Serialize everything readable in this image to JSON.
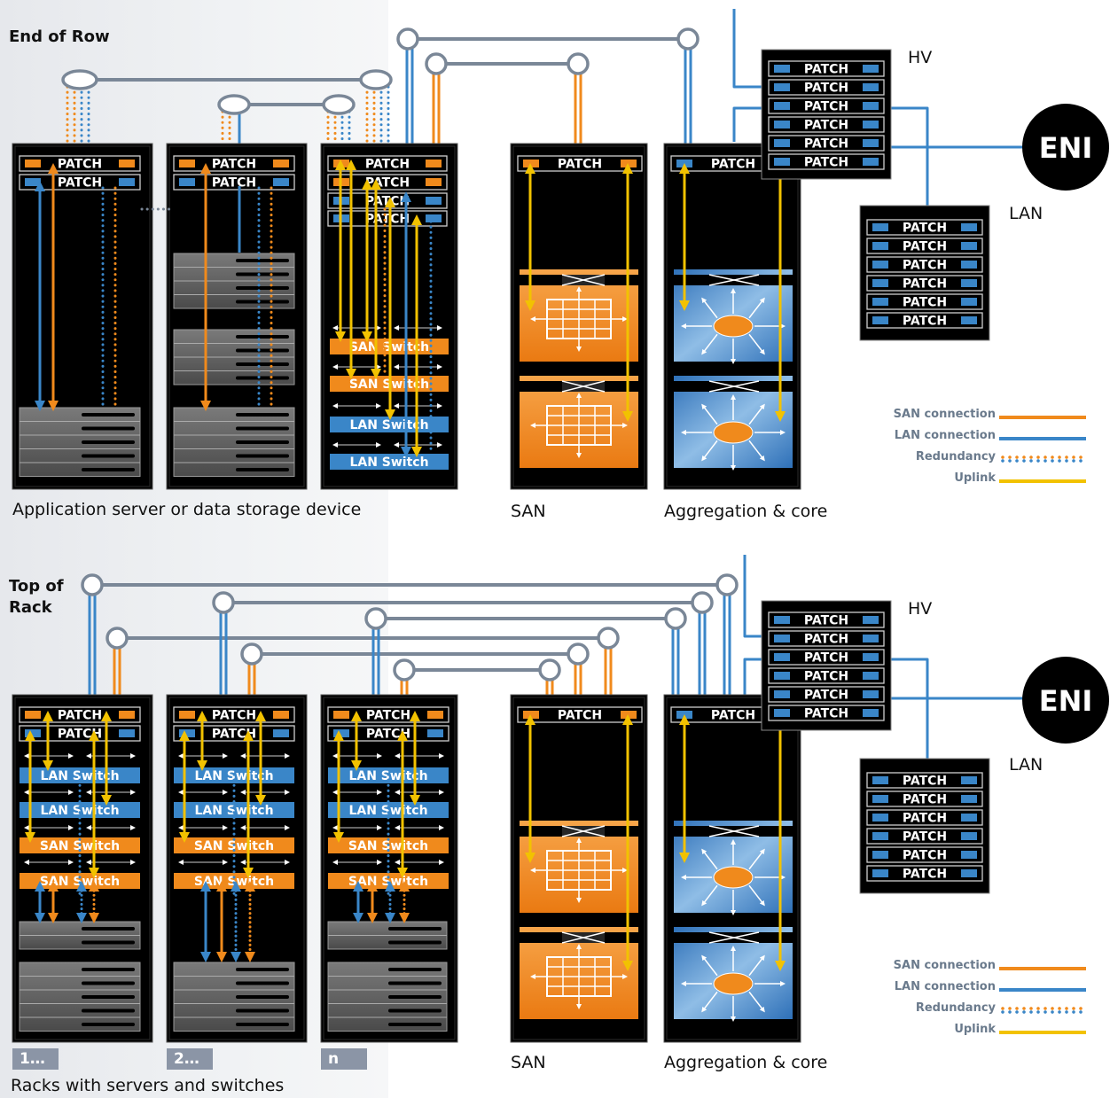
{
  "sections": {
    "end_of_row": {
      "title": "End of Row",
      "caption_servers": "Application server or data storage device",
      "caption_san": "SAN",
      "caption_core": "Aggregation & core"
    },
    "top_of_rack": {
      "title": "Top of Rack",
      "caption_servers": "Racks with servers and switches",
      "caption_san": "SAN",
      "caption_core": "Aggregation & core",
      "rack_numbers": [
        "1…",
        "2…",
        "n"
      ]
    }
  },
  "labels": {
    "patch": "PATCH",
    "san_switch": "SAN Switch",
    "lan_switch": "LAN Switch",
    "hv": "HV",
    "lan": "LAN",
    "eni": "ENI"
  },
  "legend": [
    {
      "label": "SAN connection",
      "color": "#f08a1c",
      "style": "solid"
    },
    {
      "label": "LAN connection",
      "color": "#3a86c8",
      "style": "solid"
    },
    {
      "label": "Redundancy",
      "color": "#f08a1c",
      "color2": "#3a86c8",
      "style": "dotted"
    },
    {
      "label": "Uplink",
      "color": "#f2c200",
      "style": "solid"
    }
  ],
  "colors": {
    "san": "#f08a1c",
    "lan": "#3a86c8",
    "uplink": "#f2c200",
    "hub_line": "#7a8797",
    "rack": "#000000"
  }
}
